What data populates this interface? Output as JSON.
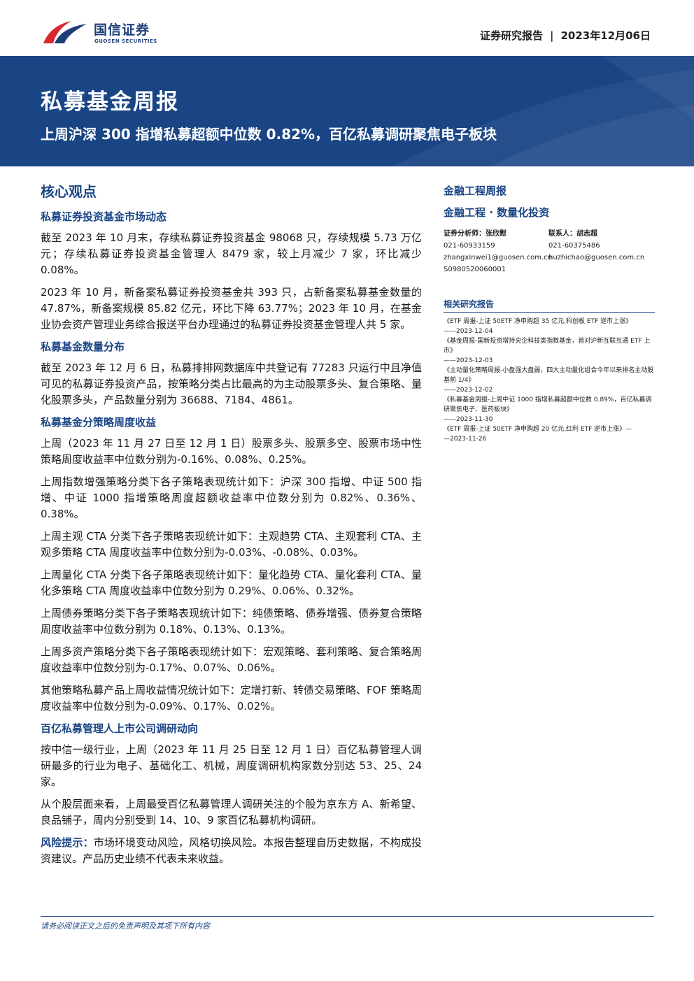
{
  "header": {
    "logo_cn": "国信证券",
    "logo_en": "GUOSEN SECURITIES",
    "report_type": "证券研究报告",
    "separator": "|",
    "date": "2023年12月06日"
  },
  "banner": {
    "title": "私募基金周报",
    "subtitle": "上周沪深 300 指增私募超额中位数 0.82%，百亿私募调研聚焦电子板块"
  },
  "main": {
    "section_title": "核心观点",
    "sections": [
      {
        "heading": "私募证券投资基金市场动态",
        "paragraphs": [
          "截至 2023 年 10 月末，存续私募证券投资基金 98068 只，存续规模 5.73 万亿元；存续私募证券投资基金管理人 8479 家，较上月减少 7 家，环比减少 0.08%。",
          "2023 年 10 月，新备案私募证券投资基金共 393 只，占新备案私募基金数量的 47.87%，新备案规模 85.82 亿元，环比下降 63.77%；2023 年 10 月，在基金业协会资产管理业务综合报送平台办理通过的私募证券投资基金管理人共 5 家。"
        ]
      },
      {
        "heading": "私募基金数量分布",
        "paragraphs": [
          "截至 2023 年 12 月 6 日，私募排排网数据库中共登记有 77283 只运行中且净值可见的私募证券投资产品，按策略分类占比最高的为主动股票多头、复合策略、量化股票多头，产品数量分别为 36688、7184、4861。"
        ]
      },
      {
        "heading": "私募基金分策略周度收益",
        "paragraphs": [
          "上周（2023 年 11 月 27 日至 12 月 1 日）股票多头、股票多空、股票市场中性策略周度收益率中位数分别为-0.16%、0.08%、0.25%。",
          "上周指数增强策略分类下各子策略表现统计如下：沪深 300 指增、中证 500 指增、中证 1000 指增策略周度超额收益率中位数分别为 0.82%、0.36%、0.38%。",
          "上周主观 CTA 分类下各子策略表现统计如下：主观趋势 CTA、主观套利 CTA、主观多策略 CTA 周度收益率中位数分别为-0.03%、-0.08%、0.03%。",
          "上周量化 CTA 分类下各子策略表现统计如下：量化趋势 CTA、量化套利 CTA、量化多策略 CTA 周度收益率中位数分别为 0.29%、0.06%、0.32%。",
          "上周债券策略分类下各子策略表现统计如下：纯债策略、债券增强、债券复合策略周度收益率中位数分别为 0.18%、0.13%、0.13%。",
          "上周多资产策略分类下各子策略表现统计如下：宏观策略、套利策略、复合策略周度收益率中位数分别为-0.17%、0.07%、0.06%。",
          "其他策略私募产品上周收益情况统计如下：定增打新、转债交易策略、FOF 策略周度收益率中位数分别为-0.09%、0.17%、0.02%。"
        ]
      },
      {
        "heading": "百亿私募管理人上市公司调研动向",
        "paragraphs": [
          "按中信一级行业，上周（2023 年 11 月 25 日至 12 月 1 日）百亿私募管理人调研最多的行业为电子、基础化工、机械，周度调研机构家数分别达 53、25、24 家。",
          "从个股层面来看，上周最受百亿私募管理人调研关注的个股为京东方 A、新希望、良品铺子，周内分别受到 14、10、9 家百亿私募机构调研。"
        ]
      }
    ],
    "risk": {
      "label": "风险提示：",
      "text": "市场环境变动风险，风格切换风险。本报告整理自历史数据，不构成投资建议。产品历史业绩不代表未来收益。"
    }
  },
  "sidebar": {
    "category1": "金融工程周报",
    "category2": "金融工程 · 数量化投资",
    "analysts": [
      {
        "role_name": "证券分析师：张欣慰",
        "phone": "021-60933159",
        "email": "zhangxinwei1@guosen.com.cn",
        "license": "S0980520060001"
      },
      {
        "role_name": "联系人：胡志超",
        "phone": "021-60375486",
        "email": "huzhichao@guosen.com.cn"
      }
    ],
    "related_title": "相关研究报告",
    "reports": [
      {
        "title": "《ETF 周报-上证 50ETF 净申购超 35 亿元,科创板 ETF 逆市上涨》",
        "date": "——2023-12-04"
      },
      {
        "title": "《基金周报-国新投资增持央企科技类指数基金，首对沪新互联互通 ETF 上市》",
        "date": "——2023-12-03"
      },
      {
        "title": "《主动量化策略周报-小盘强大盘弱，四大主动量化组合今年以来排名主动股基前 1/4》",
        "date": "——2023-12-02"
      },
      {
        "title": "《私募基金周报-上周中证 1000 指增私募超额中位数 0.89%，百亿私募调研聚焦电子、医药板块》",
        "date": "——2023-11-30"
      },
      {
        "title": "《ETF 周报-上证 50ETF 净申购超 20 亿元,红利 ETF 逆市上涨》—",
        "date": "—2023-11-26"
      }
    ]
  },
  "footer": {
    "disclaimer": "请务必阅读正文之后的免责声明及其项下所有内容"
  },
  "colors": {
    "brand_blue": "#1a4585",
    "logo_red": "#d7282f"
  }
}
